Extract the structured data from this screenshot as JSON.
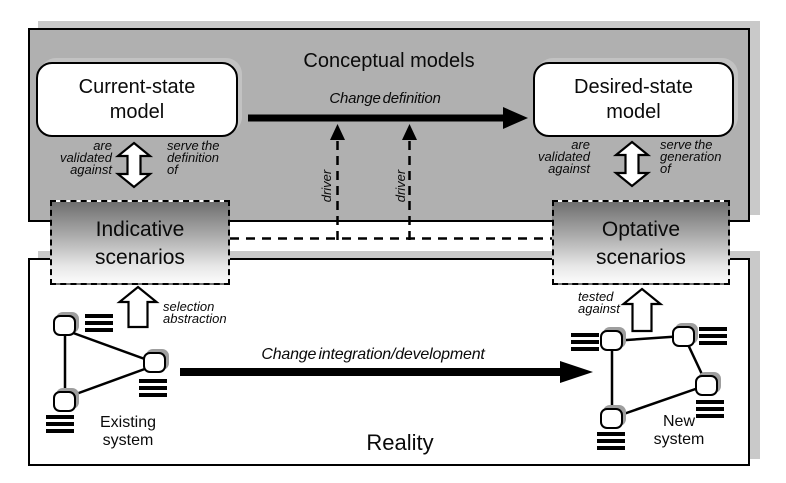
{
  "palette": {
    "panel_gray": "#b0b0b0",
    "panel_shadow": "#c9c9c9",
    "box_shadow": "#c2c2c2",
    "node_shadow": "#9e9e9e",
    "gradient_top": "#6f6f6f",
    "gradient_bottom": "#fbfbfb",
    "ink": "#000000"
  },
  "conceptual": {
    "title": "Conceptual models",
    "current_state_box": "Current-state\nmodel",
    "desired_state_box": "Desired-state\nmodel",
    "change_arrow_label": "Change definition",
    "driver_label_left": "driver",
    "driver_label_right": "driver",
    "left_link_left_text": "are\nvalidated\nagainst",
    "left_link_right_text": "serve the\ndefinition\nof",
    "right_link_left_text": "are\nvalidated\nagainst",
    "right_link_right_text": "serve the\ngeneration\nof"
  },
  "scenarios": {
    "indicative": "Indicative\nscenarios",
    "optative": "Optative\nscenarios",
    "selection_label": "selection\nabstraction",
    "tested_label": "tested\nagainst"
  },
  "reality": {
    "title": "Reality",
    "change_arrow_label": "Change integration/development",
    "existing_system_label": "Existing\nsystem",
    "new_system_label": "New\nsystem"
  }
}
